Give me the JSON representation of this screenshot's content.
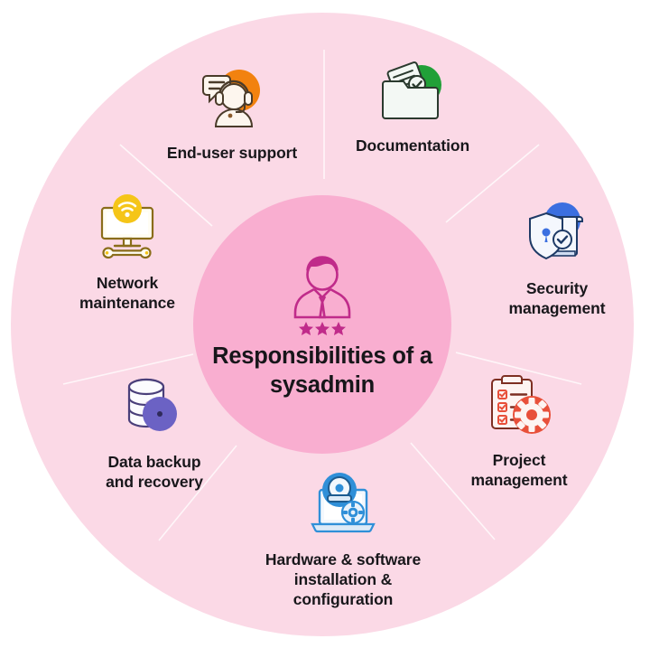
{
  "center": {
    "icon": "sysadmin-person-icon",
    "title": "Responsibilities\nof a sysadmin",
    "title_line1": "Responsibilities",
    "title_line2": "of a sysadmin",
    "stars": 3,
    "icon_color": "#c02b8a",
    "circle_color": "#f9aed0"
  },
  "background": {
    "outer_circle_color": "#fbd9e6",
    "page_color": "#ffffff",
    "divider_color": "#ffffff"
  },
  "nodes": [
    {
      "id": "end-user-support",
      "label": "End-user support",
      "icon": "headset-support-agent-icon",
      "accent": "#f2820f"
    },
    {
      "id": "documentation",
      "label": "Documentation",
      "icon": "folder-document-check-icon",
      "accent": "#21a038"
    },
    {
      "id": "security-management",
      "label": "Security\nmanagement",
      "icon": "shield-lock-icon",
      "accent": "#3b6fe0"
    },
    {
      "id": "project-management",
      "label": "Project\nmanagement",
      "icon": "clipboard-gear-icon",
      "accent": "#e8503a"
    },
    {
      "id": "hardware-software",
      "label": "Hardware & software\ninstallation & configuration",
      "icon": "laptop-disc-gear-icon",
      "accent": "#2f8fd8"
    },
    {
      "id": "data-backup-recovery",
      "label": "Data backup\nand recovery",
      "icon": "database-disc-refresh-icon",
      "accent": "#6b62c4"
    },
    {
      "id": "network-maintenance",
      "label": "Network\nmaintenance",
      "icon": "monitor-wifi-wrench-icon",
      "accent": "#f5c518"
    }
  ]
}
